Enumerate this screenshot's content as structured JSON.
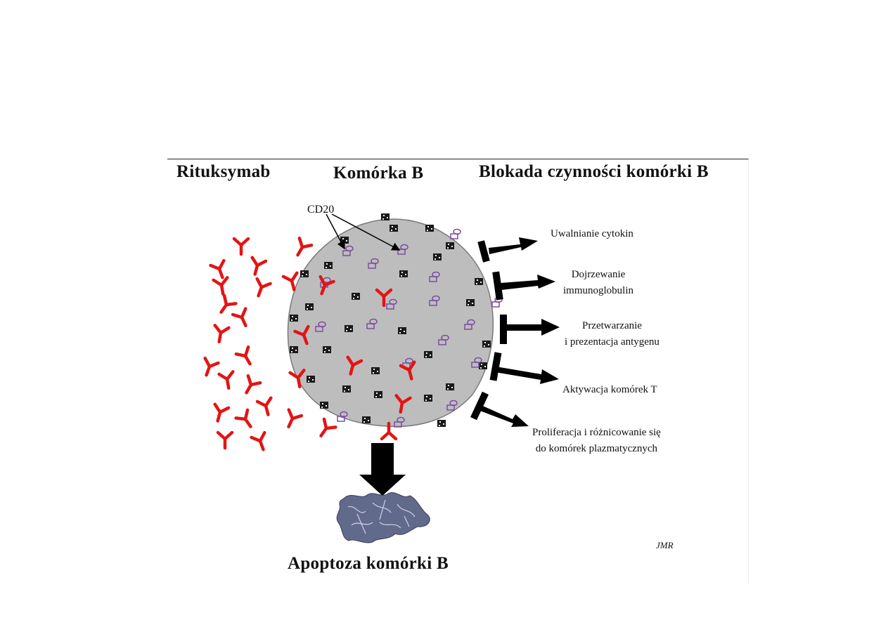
{
  "headers": {
    "rituximab": "Rituksymab",
    "b_cell": "Komórka B",
    "blockade": "Blokada czynności komórki B"
  },
  "marker_label": "CD20",
  "functions": [
    "Uwalnianie  cytokin",
    {
      "line1": "Dojrzewanie",
      "line2": "immunoglobulin"
    },
    {
      "line1": "Przetwarzanie",
      "line2": "i prezentacja antygenu"
    },
    "Aktywacja komórek T",
    {
      "line1": "Proliferacja i różnicowanie się",
      "line2": "do komórek plazmatycznych"
    }
  ],
  "apoptosis_label": "Apoptoza komórki B",
  "signature": "JMR",
  "colors": {
    "antibody": "#e41414",
    "cell": "#bdbdbd",
    "receptor": "#7b4ea0",
    "apoptotic_body": "#626a8c"
  }
}
